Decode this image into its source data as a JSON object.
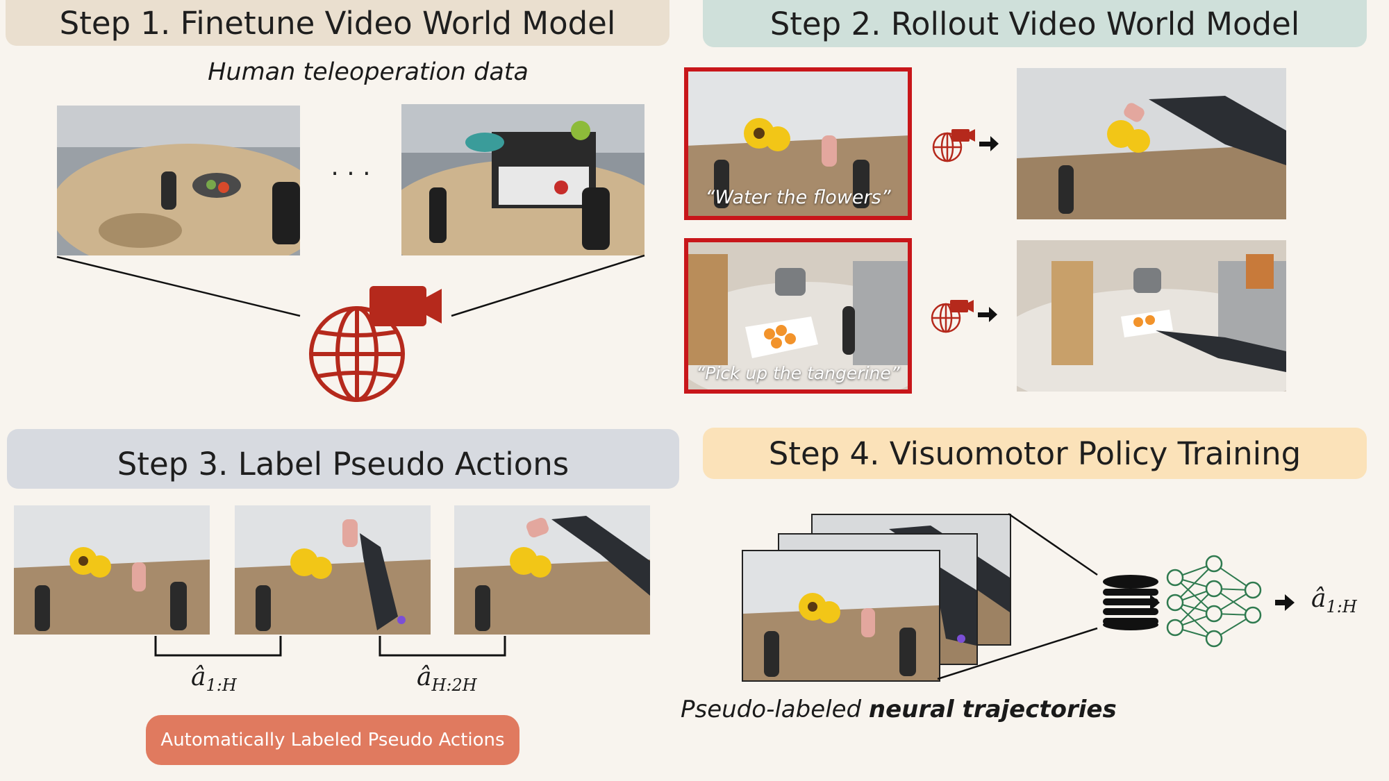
{
  "step1": {
    "title": "Step 1. Finetune Video World Model",
    "caption": "Human teleoperation data",
    "ellipsis": "· · ·",
    "banner_color": "#eadfcf"
  },
  "step2": {
    "title": "Step 2. Rollout Video World Model",
    "prompt_a": "“Water the flowers”",
    "prompt_b": "“Pick up the tangerine”",
    "banner_color": "#cfe0da"
  },
  "step3": {
    "title": "Step 3. Label Pseudo Actions",
    "label_a": {
      "base": "â",
      "sub": "1:H"
    },
    "label_b": {
      "base": "â",
      "sub": "H:2H"
    },
    "button": "Automatically Labeled Pseudo Actions",
    "banner_color": "#d7dae0"
  },
  "step4": {
    "title": "Step 4. Visuomotor Policy Training",
    "output": {
      "base": "â",
      "sub": "1:H"
    },
    "caption_plain": "Pseudo-labeled ",
    "caption_bold": "neural trajectories",
    "banner_color": "#fbe2b9"
  },
  "colors": {
    "accent_red": "#b5291c",
    "frame_red": "#c8161a",
    "network_green": "#2f7a4f",
    "pill": "#e07a5f"
  },
  "icons": [
    "world-model-icon",
    "video-camera-icon",
    "globe-icon",
    "arrow-right-icon",
    "database-icon",
    "neural-network-icon"
  ]
}
